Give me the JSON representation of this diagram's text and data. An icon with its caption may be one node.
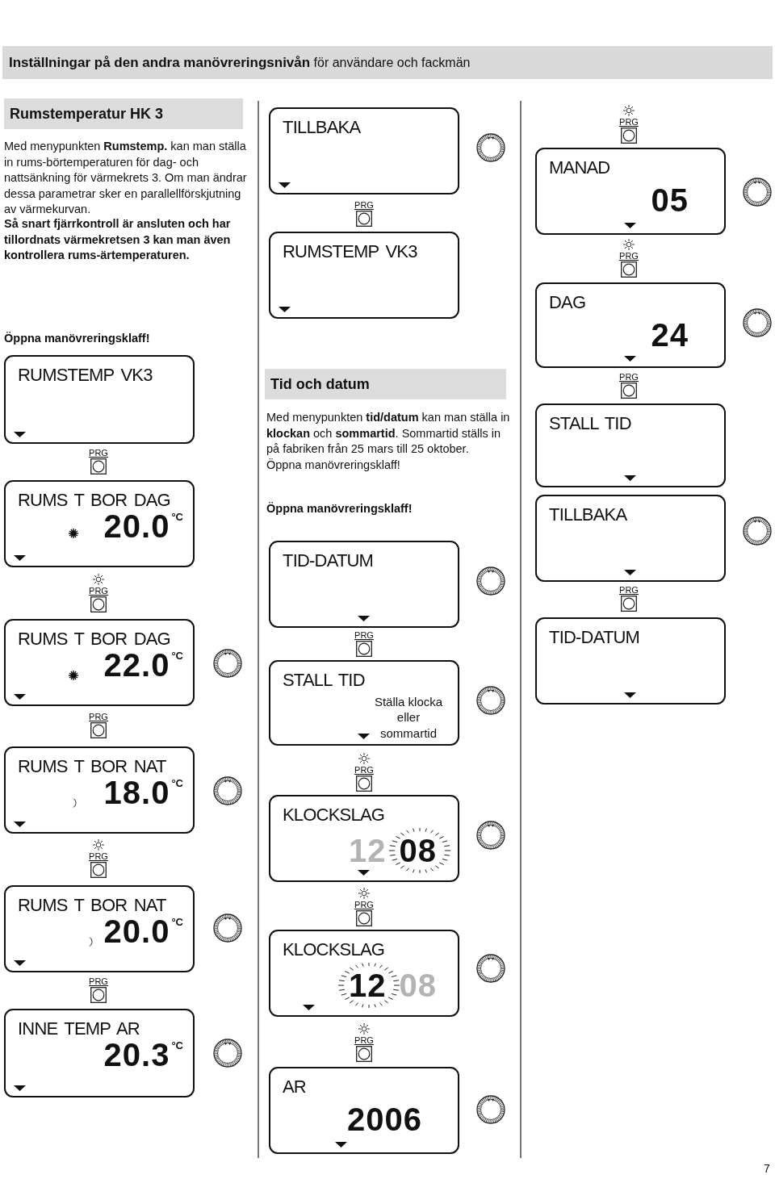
{
  "diagram": {
    "title": "**Inställningar på den andra manövreringsnivån** för användare och fackmän",
    "nodes": [
      {
        "text": [
          "Rumstemperatur HK 3"
        ]
      },
      {
        "text": [
          "RUMSTEMP VK3"
        ]
      },
      {
        "text": [
          "RUMS T BOR DAG",
          "20.0",
          "°C"
        ]
      },
      {
        "text": [
          "RUMS T BOR DAG",
          "22.0",
          "°C"
        ]
      },
      {
        "text": [
          "RUMS T BOR NAT",
          "18.0",
          "°C"
        ]
      },
      {
        "text": [
          "RUMS T BOR NAT",
          "20.0",
          "°C"
        ]
      },
      {
        "text": [
          "INNE TEMP AR",
          "20.3",
          "°C"
        ]
      },
      {
        "text": [
          "TILLBAKA"
        ]
      },
      {
        "text": [
          "RUMSTEMP VK3"
        ]
      },
      {
        "text": [
          "Tid och datum"
        ]
      },
      {
        "text": [
          "TID-DATUM"
        ]
      },
      {
        "text": [
          "STALL TID",
          "Ställa klocka eller sommartid"
        ]
      },
      {
        "text": [
          "KLOCKSLAG",
          "12",
          "08"
        ]
      },
      {
        "text": [
          "KLOCKSLAG",
          "12",
          "08"
        ]
      },
      {
        "text": [
          "AR",
          "2006"
        ]
      },
      {
        "text": [
          "MANAD",
          "05"
        ]
      },
      {
        "text": [
          "DAG",
          "24"
        ]
      },
      {
        "text": [
          "STALL TID"
        ]
      },
      {
        "text": [
          "TILLBAKA"
        ]
      },
      {
        "text": [
          "TID-DATUM"
        ]
      }
    ],
    "labels": [
      "Med menypunkten **Rumstemp.** kan man ställa in rums-börtemperaturen för dag- och nattsänkning för värmekrets 3. Om man ändrar dessa parametrar sker en parallellförskjutning av värmekurvan.",
      "Så snart fjärrkontroll är ansluten och har tillordnats värmekretsen 3 kan man även kontrollera rums-ärtemperaturen.",
      "Öppna manövreringsklaff!",
      "Med menypunkten **tid/datum** kan man ställa in **klockan** och **sommartid**. Sommartid ställs in på fabriken från 25 mars till 25 oktober.",
      "Öppna manövreringsklaff!",
      "Öppna manövreringsklaff!",
      "7",
      "PRG",
      "PRG",
      "PRG",
      "PRG",
      "PRG",
      "PRG",
      "PRG",
      "PRG",
      "PRG",
      "PRG",
      "PRG",
      "PRG",
      "PRG",
      "PRG"
    ]
  }
}
